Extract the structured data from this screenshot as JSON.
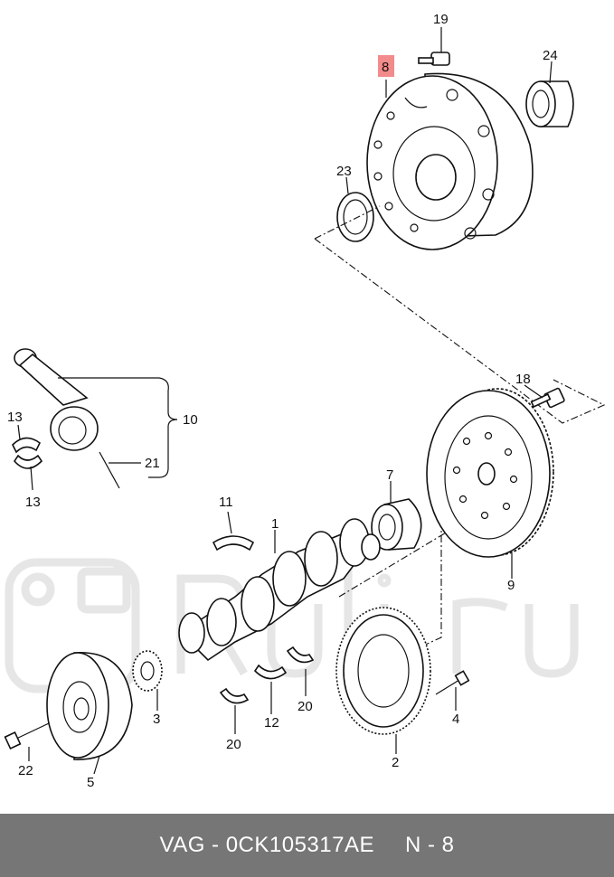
{
  "highlight_color": "#f28b8b",
  "footer": {
    "part_code": "VAG - 0CK105317AE",
    "position": "N - 8"
  },
  "labels": {
    "p1": "1",
    "p2": "2",
    "p3": "3",
    "p4": "4",
    "p5": "5",
    "p7": "7",
    "p8": "8",
    "p9": "9",
    "p10": "10",
    "p11": "11",
    "p12": "12",
    "p13a": "13",
    "p13b": "13",
    "p18": "18",
    "p19": "19",
    "p20a": "20",
    "p20b": "20",
    "p21": "21",
    "p22": "22",
    "p23": "23",
    "p24": "24"
  }
}
